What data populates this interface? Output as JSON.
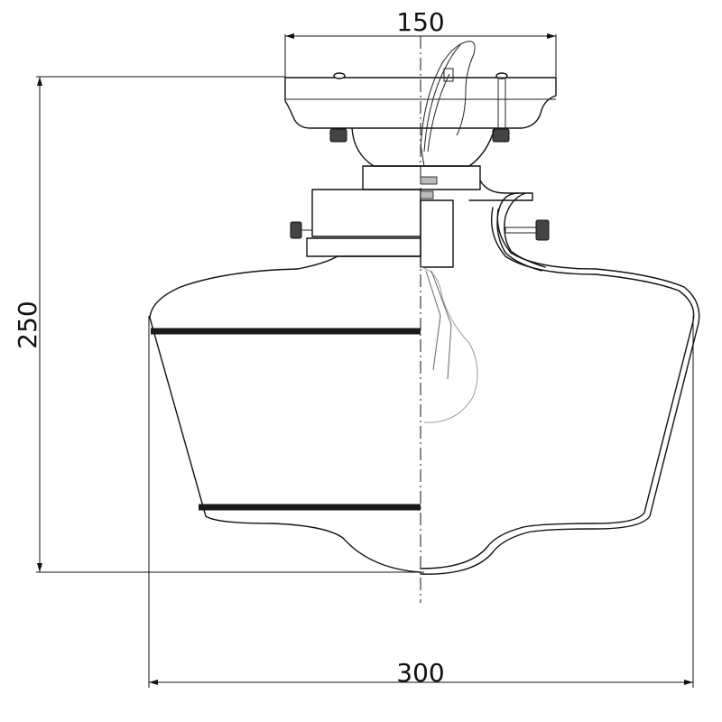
{
  "dimensions": {
    "top_width": "150",
    "height": "250",
    "bottom_width": "300"
  }
}
